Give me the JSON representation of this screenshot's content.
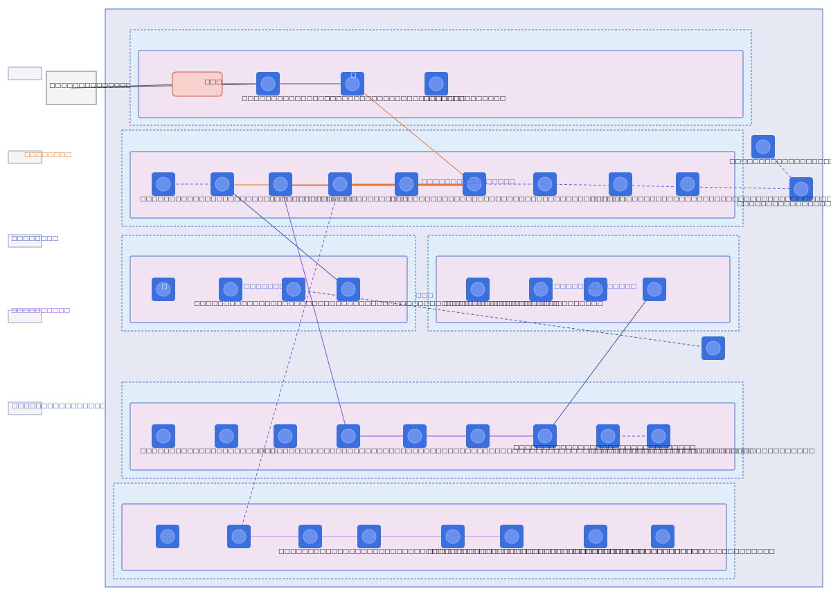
{
  "note": "Every text label in the source renders as missing-glyph boxes; the text is unreadable, so □ placeholders of matching length are used.",
  "colors": {
    "outer_bg": "#e6e8f4",
    "outer_border": "#4a6fd8",
    "zone_bg": "#e1eef9",
    "zone_border": "#4a6fd8",
    "inner_bg": "#f2e3f3",
    "inner_border": "#4a6fd8",
    "node": "#3a6fe0",
    "node_ring": "#8cabf2",
    "edge_solid_orange": "#e07a32",
    "edge_solid_blue": "#2e5fb0",
    "edge_solid_purple": "#8a4fe0",
    "edge_dashed": "#6a5ae0",
    "start_fill": "#f8d0cc",
    "start_border": "#c65a4a"
  },
  "legend": [
    {
      "text": "",
      "color": "#333333"
    },
    {
      "text": "□□□□□□□□",
      "color": "#e07a32"
    },
    {
      "text": "□□□□□□□□",
      "color": "#2e5fb0"
    },
    {
      "text": "□□□□□□□□□□",
      "color": "#8a4fe0"
    },
    {
      "text": "□□□□□□□□□□□□□□□□",
      "color": "#2e5fb0"
    }
  ],
  "source_box": {
    "label": "□□□□□□□□□□□□□□□□□"
  },
  "start_node": {
    "label": "□□□"
  },
  "rows": [
    {
      "name": "row-1",
      "labels": [
        "□□□□□□□□□□□□□□□□□",
        "□□□□□□□□□□□□□□□□□□□□□□□□",
        "□□□□□□□□□□□□□□"
      ]
    },
    {
      "name": "row-2",
      "labels": [
        "□□□□□□□□□□□□□□□□□□□□□□□□□□□□□□□□□□□□□",
        "□□□□□□□□□□",
        "□□□□□□□□□□□□□□",
        "□□□□□□□□□□□□□□□□□□□□□□□□□□□□□□□□□□□□□□□□",
        "□□□□□□□□□□□□□□□□□□□□□□□□□□□□□□□□□□□□□□□□□□□□",
        "□□□□□□□□□□□□□□□□□□□□□□□□□□",
        "□□□□□□□□□□□□□□□□□□□□□□□□□□□□□□□□□□□□□□□□□□□□□□□□□□□",
        "□□□□□□□□□□□□□□□□"
      ]
    },
    {
      "name": "row-3-left",
      "labels": [
        "□□□□□□□□□□□□□□□□□□□□□□□□□□□□□□□□□□□□□□□□□□□□□□□□□□□□□□□□□□□□□□",
        "□□□□□□□"
      ]
    },
    {
      "name": "row-3-right",
      "labels": [
        "□□□□□□□□□□□□□□□□□□□□□□□□□□□",
        "□□□□□□□□□□□□□□"
      ]
    },
    {
      "name": "row-4",
      "labels": [
        "□□□□□□□□□□□□□□□□□□□□□□□",
        "□□□□□□□□□□□□□□□□□□□□□□□□□□□□□□□□□□□□□□□□□□□□□□□□□□□□□□□□□□□□□□□□□□□□□□□□□□□□□□□□□□□□",
        "□□□□□□□□□□□□□□□□□□□□□□□□□□□□□□□",
        "□□□□□□□□□□□□□□□□□□□□□□□□□□□□□□□□□□□□□□"
      ]
    },
    {
      "name": "row-5",
      "labels": [
        "□□□□□□□□□□□□□□□□□□□□□□□□□□□□□□□□□□□□□□□□□□□□□□□□□□□□□□□□□□□□□□",
        "□□□□□□□□□□□□□□□□□□□□□□□□□□□□□□□□□□□□□□□□□□□□□□□□□□□□□□□□□□□",
        "□□□□□□□□□□□□□□□□□□□□□□"
      ]
    }
  ],
  "edge_labels": [
    "□□□□□□□□□□□□□□□□□□□□□□",
    "□□□□□□□□□□□",
    "□□□",
    "□□□□□□□□□□□□□□□□□□□□□□□□",
    "□",
    "□"
  ]
}
